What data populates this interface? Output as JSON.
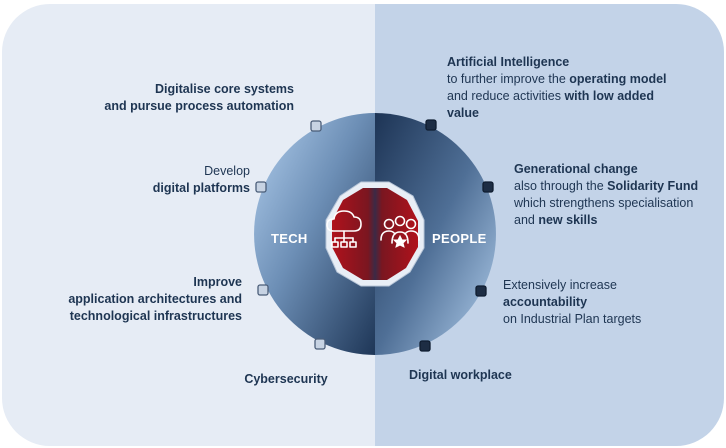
{
  "center": {
    "left_label": "TECH",
    "right_label": "PEOPLE",
    "left_icon": "cloud-network-icon",
    "right_icon": "people-group-icon"
  },
  "tech_items": [
    {
      "line1": "Digitalise core systems",
      "line2": "and pursue process automation"
    },
    {
      "line1": "Develop",
      "line2": "digital platforms"
    },
    {
      "line1": "Improve",
      "line2": "application architectures and",
      "line3": "technological infrastructures"
    },
    {
      "line1": "Cybersecurity"
    }
  ],
  "people_items": [
    {
      "bold1": "Artificial Intelligence",
      "l2a": "to further improve the ",
      "l2b": "operating model",
      "l3a": "and reduce activities ",
      "l3b": "with low added",
      "l4": "value"
    },
    {
      "bold1": "Generational change",
      "l2a": "also through the ",
      "l2b": "Solidarity Fund",
      "l3": "which strengthens specialisation",
      "l4a": "and ",
      "l4b": "new skills"
    },
    {
      "l1": "Extensively increase",
      "bold2": "accountability",
      "l3": "on Industrial Plan targets"
    },
    {
      "bold1": "Digital workplace"
    }
  ],
  "colors": {
    "left_panel": "#e6ecf5",
    "right_panel": "#c3d3e8",
    "ring_light": "#9dbfe2",
    "ring_dark": "#1f3a5e",
    "center_red": "#a51d24",
    "text": "#1e3552"
  }
}
